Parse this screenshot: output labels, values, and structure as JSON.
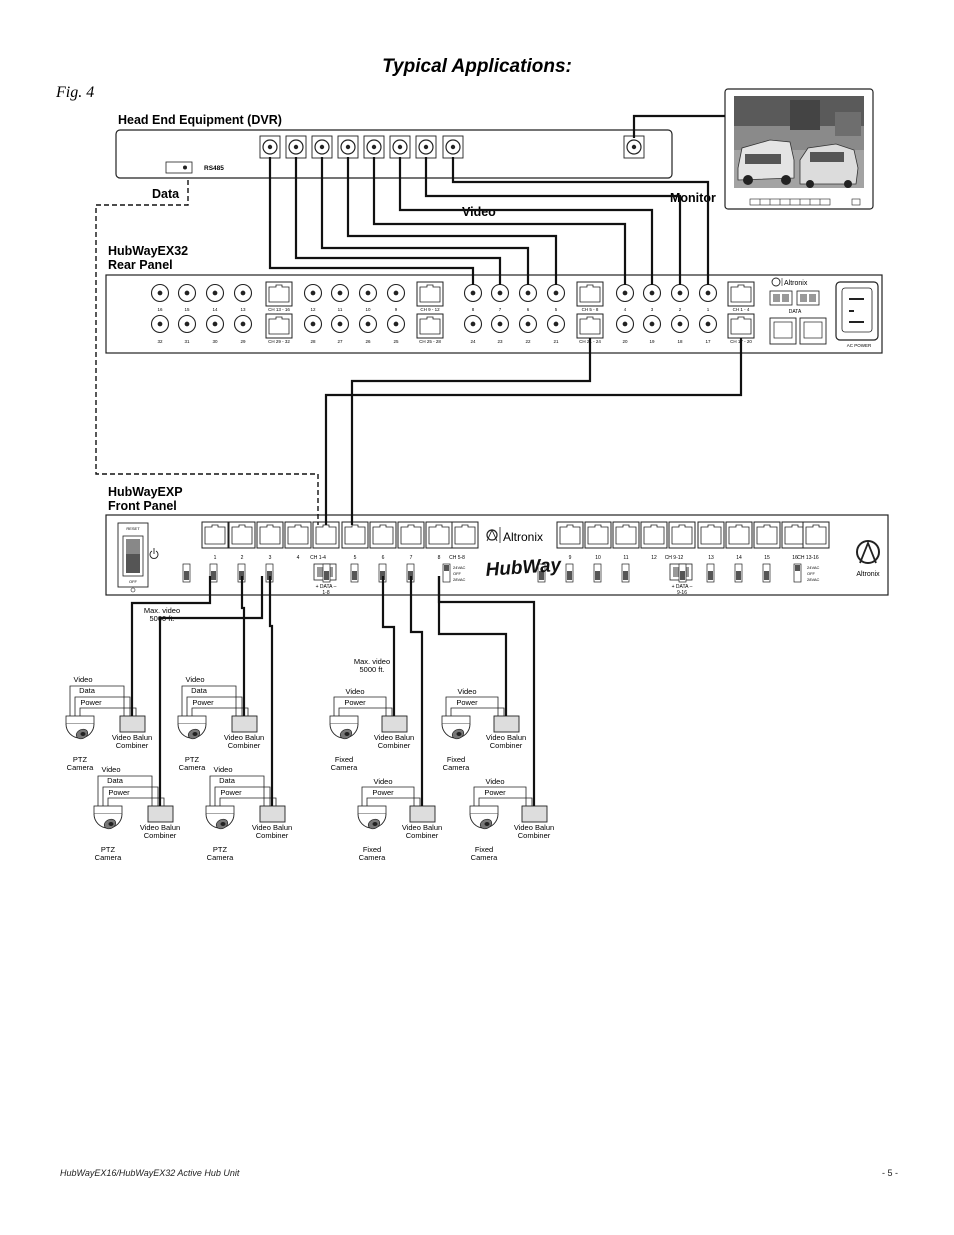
{
  "title": "Typical Applications:",
  "figure_label": "Fig. 4",
  "labels": {
    "head_end": "Head End Equipment (DVR)",
    "rs485": "RS485",
    "data": "Data",
    "video": "Video",
    "monitor": "Monitor",
    "rear_panel_1": "HubWayEX32",
    "rear_panel_2": "Rear Panel",
    "front_panel_1": "HubWayEXP",
    "front_panel_2": "Front Panel",
    "max_video_1": "Max. video",
    "max_video_2": "5000 ft.",
    "brand": "Altronix",
    "hubway": "HubWay",
    "data_small": "DATA",
    "ac_power": "AC POWER",
    "reset": "RESET",
    "off": "OFF",
    "data_1_8": "+ DATA –",
    "data_1_8b": "1-8",
    "data_9_16": "+ DATA –",
    "data_9_16b": "9-16",
    "vac_24": "24VAC",
    "vac_off": "OFF",
    "vac_28": "28VAC"
  },
  "rear_panel": {
    "top_labels": [
      "16",
      "15",
      "14",
      "13",
      "CH 13 - 16",
      "12",
      "11",
      "10",
      "9",
      "CH 9 - 12",
      "8",
      "7",
      "6",
      "5",
      "CH 5 - 8",
      "4",
      "3",
      "2",
      "1",
      "CH 1 - 4"
    ],
    "bottom_labels": [
      "32",
      "31",
      "30",
      "29",
      "CH 29 - 32",
      "28",
      "27",
      "26",
      "25",
      "CH 25 - 28",
      "24",
      "23",
      "22",
      "21",
      "CH 21 - 24",
      "20",
      "19",
      "18",
      "17",
      "CH 17 - 20"
    ]
  },
  "front_panel": {
    "left_labels": [
      "1",
      "2",
      "3",
      "4",
      "CH 1-4",
      "5",
      "6",
      "7",
      "8",
      "CH 5-8"
    ],
    "right_labels": [
      "9",
      "10",
      "11",
      "12",
      "CH 9-12",
      "13",
      "14",
      "15",
      "16",
      "CH 13-16"
    ]
  },
  "cameras": {
    "video": "Video",
    "data": "Data",
    "power": "Power",
    "balun_1": "Video Balun",
    "balun_2": "Combiner",
    "ptz": "PTZ",
    "fixed": "Fixed",
    "camera": "Camera"
  },
  "footer": {
    "left": "HubWayEX16/HubWayEX32 Active Hub Unit",
    "right": "- 5 -"
  }
}
